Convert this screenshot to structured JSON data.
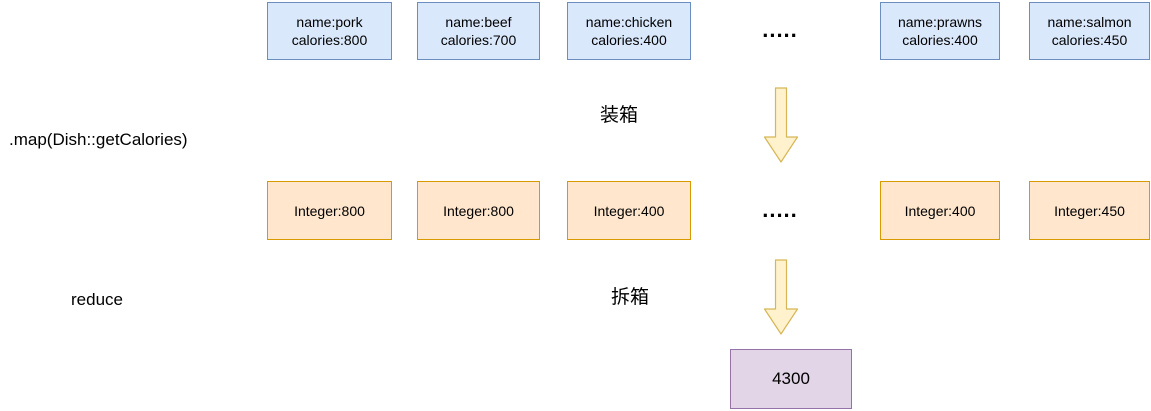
{
  "labels": {
    "map_operation": ".map(Dish::getCalories)",
    "boxing": "装箱",
    "reduce_operation": "reduce",
    "unboxing": "拆箱"
  },
  "dishes_row": {
    "ellipsis": ".....",
    "boxes": [
      {
        "line1": "name:pork",
        "line2": "calories:800"
      },
      {
        "line1": "name:beef",
        "line2": "calories:700"
      },
      {
        "line1": "name:chicken",
        "line2": "calories:400"
      },
      {
        "line1": "name:prawns",
        "line2": "calories:400"
      },
      {
        "line1": "name:salmon",
        "line2": "calories:450"
      }
    ]
  },
  "integers_row": {
    "ellipsis": ".....",
    "boxes": [
      {
        "label": "Integer:800"
      },
      {
        "label": "Integer:800"
      },
      {
        "label": "Integer:400"
      },
      {
        "label": "Integer:400"
      },
      {
        "label": "Integer:450"
      }
    ]
  },
  "result": {
    "value": "4300"
  },
  "colors": {
    "blue_fill": "#dae8fc",
    "blue_border": "#6c8ebf",
    "orange_fill": "#ffe6cc",
    "orange_border": "#d79b00",
    "purple_fill": "#e1d5e7",
    "purple_border": "#9673a6",
    "arrow_fill": "#fff2cc",
    "arrow_border": "#d6b656",
    "text": "#000000"
  }
}
